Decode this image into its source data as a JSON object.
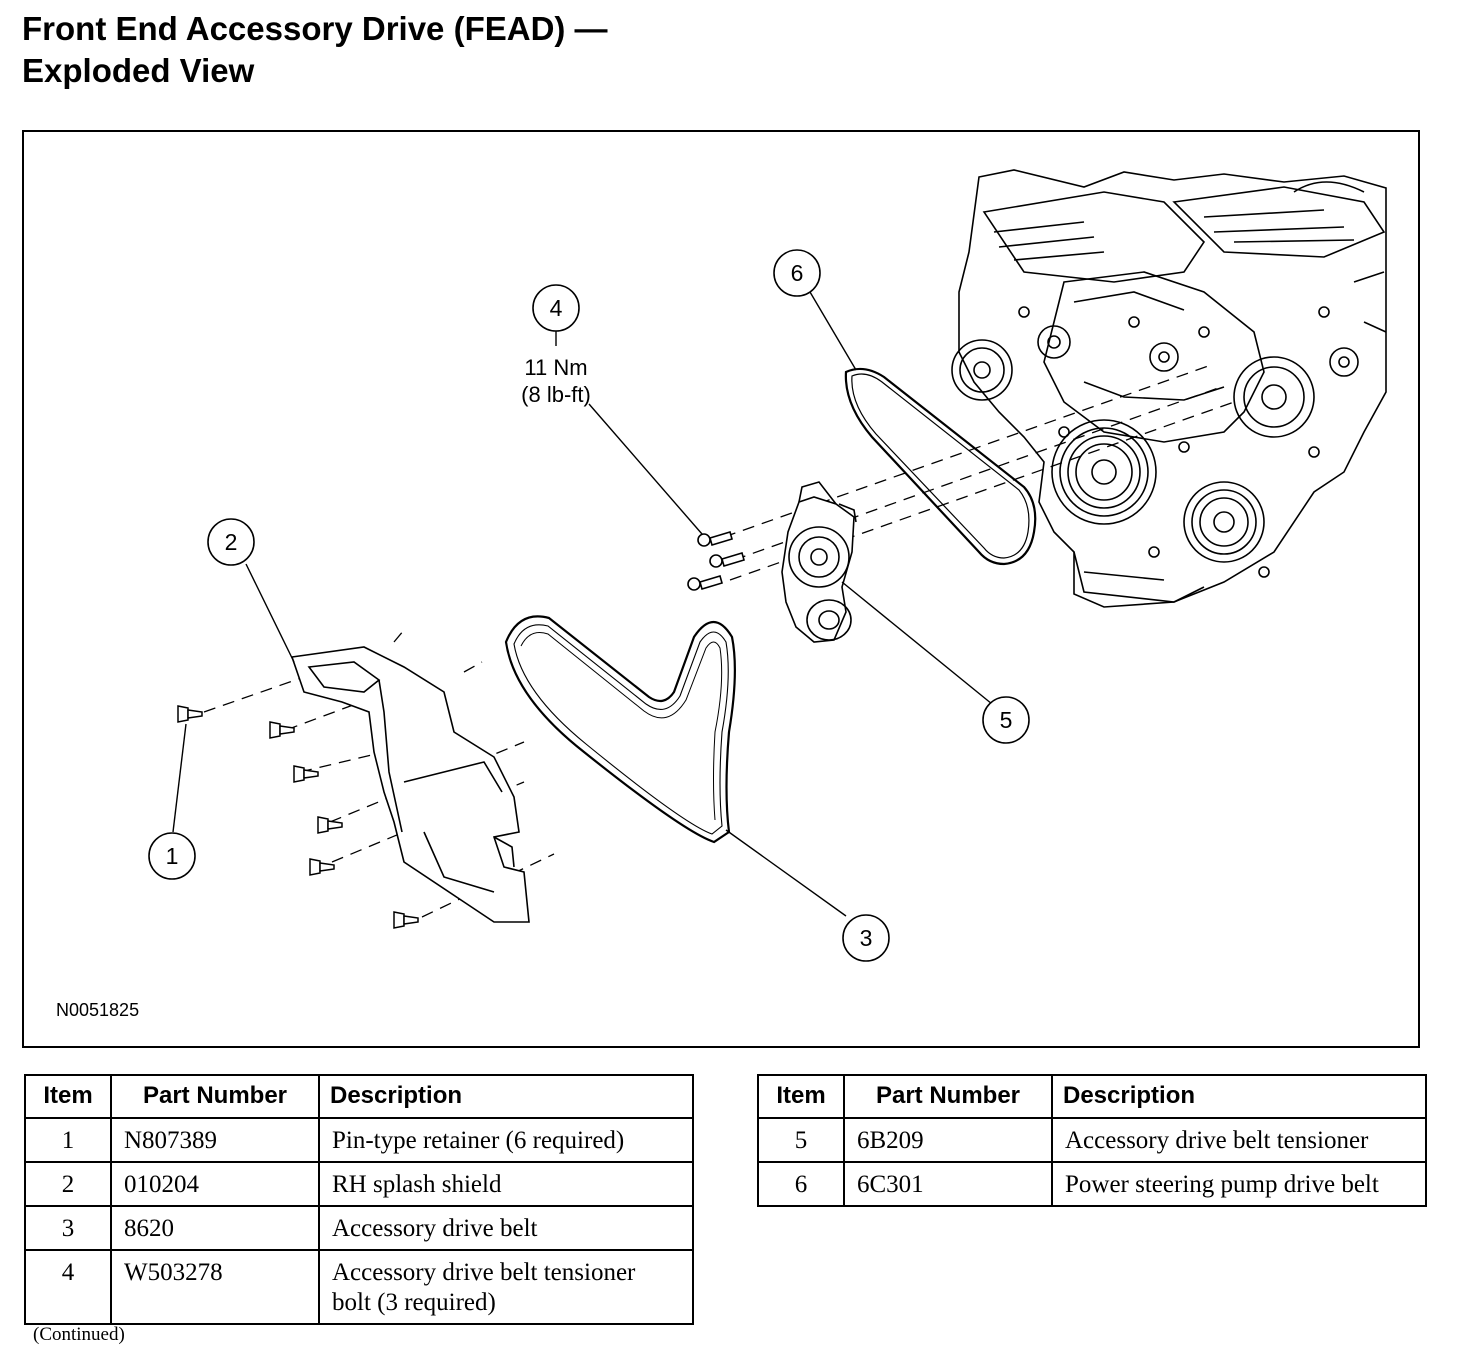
{
  "title": {
    "line1": "Front End Accessory Drive (FEAD) —",
    "line2": "Exploded View"
  },
  "figure": {
    "id": "N0051825",
    "callouts": [
      "1",
      "2",
      "3",
      "4",
      "5",
      "6"
    ],
    "torque": {
      "nm": "11 Nm",
      "lbft": "(8 lb-ft)"
    }
  },
  "table": {
    "headers": {
      "item": "Item",
      "part_number": "Part Number",
      "description": "Description"
    },
    "rows_left": [
      {
        "item": "1",
        "part_number": "N807389",
        "description": "Pin-type retainer (6 required)"
      },
      {
        "item": "2",
        "part_number": "010204",
        "description": "RH splash shield"
      },
      {
        "item": "3",
        "part_number": "8620",
        "description": "Accessory drive belt"
      },
      {
        "item": "4",
        "part_number": "W503278",
        "description": "Accessory drive belt tensioner bolt (3 required)"
      }
    ],
    "rows_right": [
      {
        "item": "5",
        "part_number": "6B209",
        "description": "Accessory drive belt tensioner"
      },
      {
        "item": "6",
        "part_number": "6C301",
        "description": "Power steering pump drive belt"
      }
    ]
  },
  "footer": {
    "continued": "(Continued)"
  }
}
